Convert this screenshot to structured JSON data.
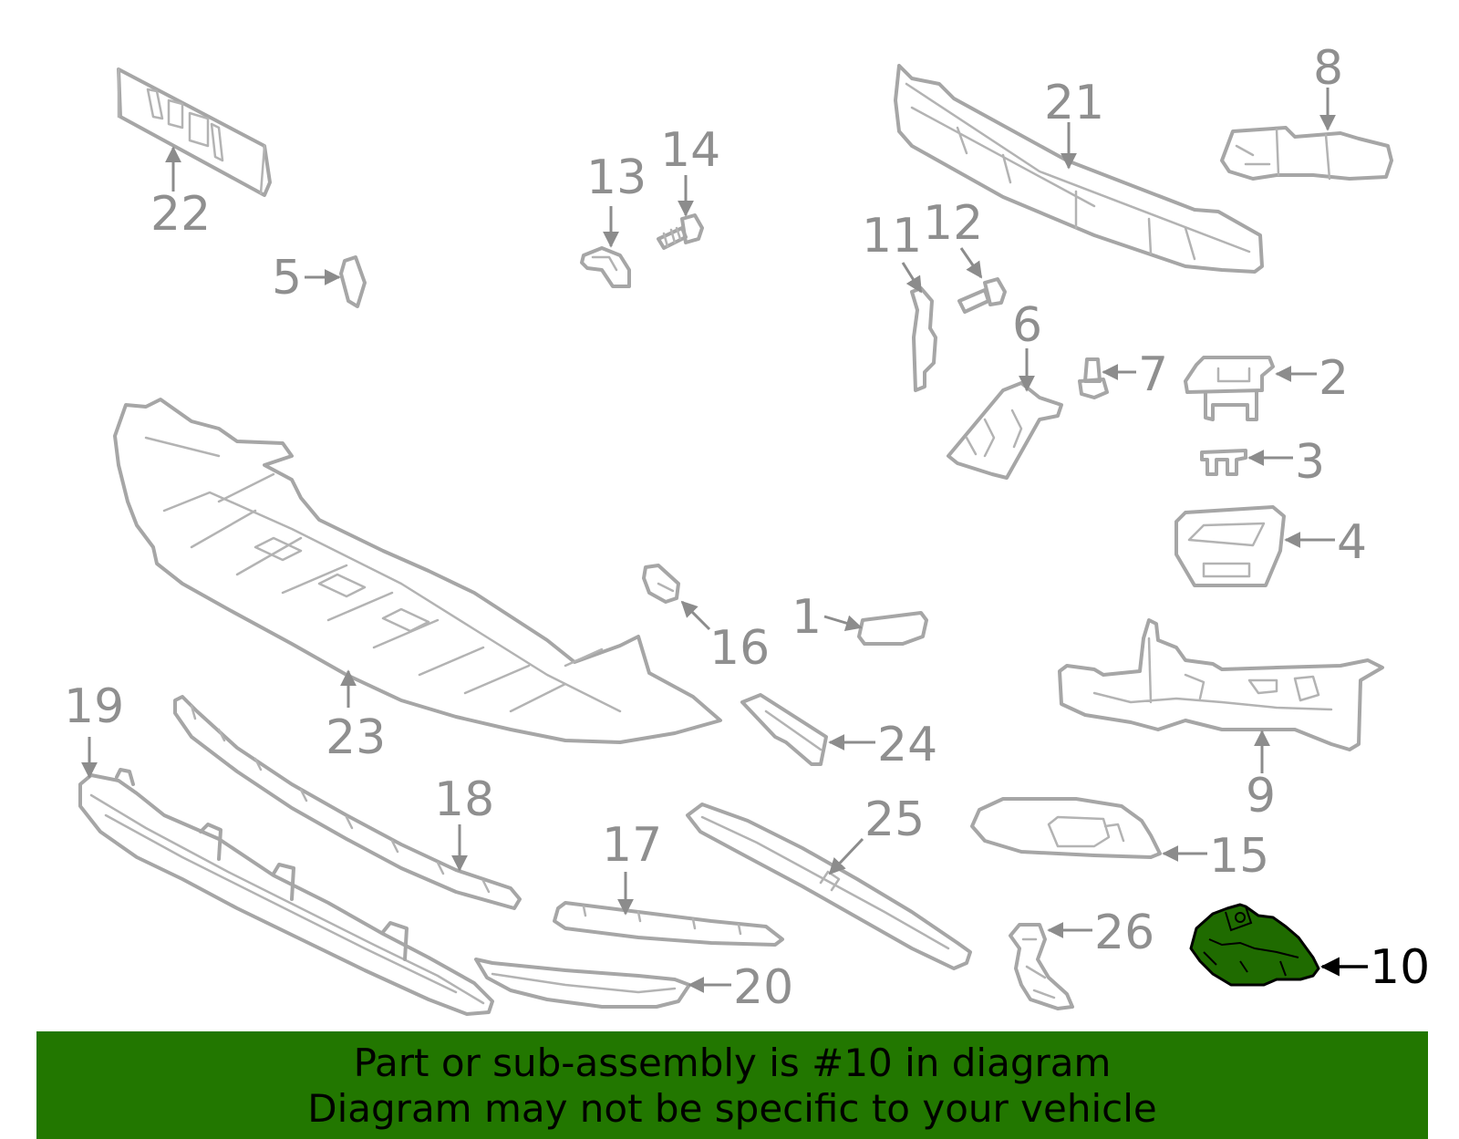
{
  "callouts": {
    "c1": "1",
    "c2": "2",
    "c3": "3",
    "c4": "4",
    "c5": "5",
    "c6": "6",
    "c7": "7",
    "c8": "8",
    "c9": "9",
    "c10": "10",
    "c11": "11",
    "c12": "12",
    "c13": "13",
    "c14": "14",
    "c15": "15",
    "c16": "16",
    "c17": "17",
    "c18": "18",
    "c19": "19",
    "c20": "20",
    "c21": "21",
    "c22": "22",
    "c23": "23",
    "c24": "24",
    "c25": "25",
    "c26": "26"
  },
  "highlighted_part": "10",
  "colors": {
    "highlight_fill": "#1f6b00",
    "banner_background": "#227700",
    "part_outline": "#a6a6a6",
    "callout_text": "#8f8f8f"
  },
  "footer": {
    "line1": "Part or sub-assembly is #10 in diagram",
    "line2": "Diagram may not be specific to your vehicle"
  }
}
